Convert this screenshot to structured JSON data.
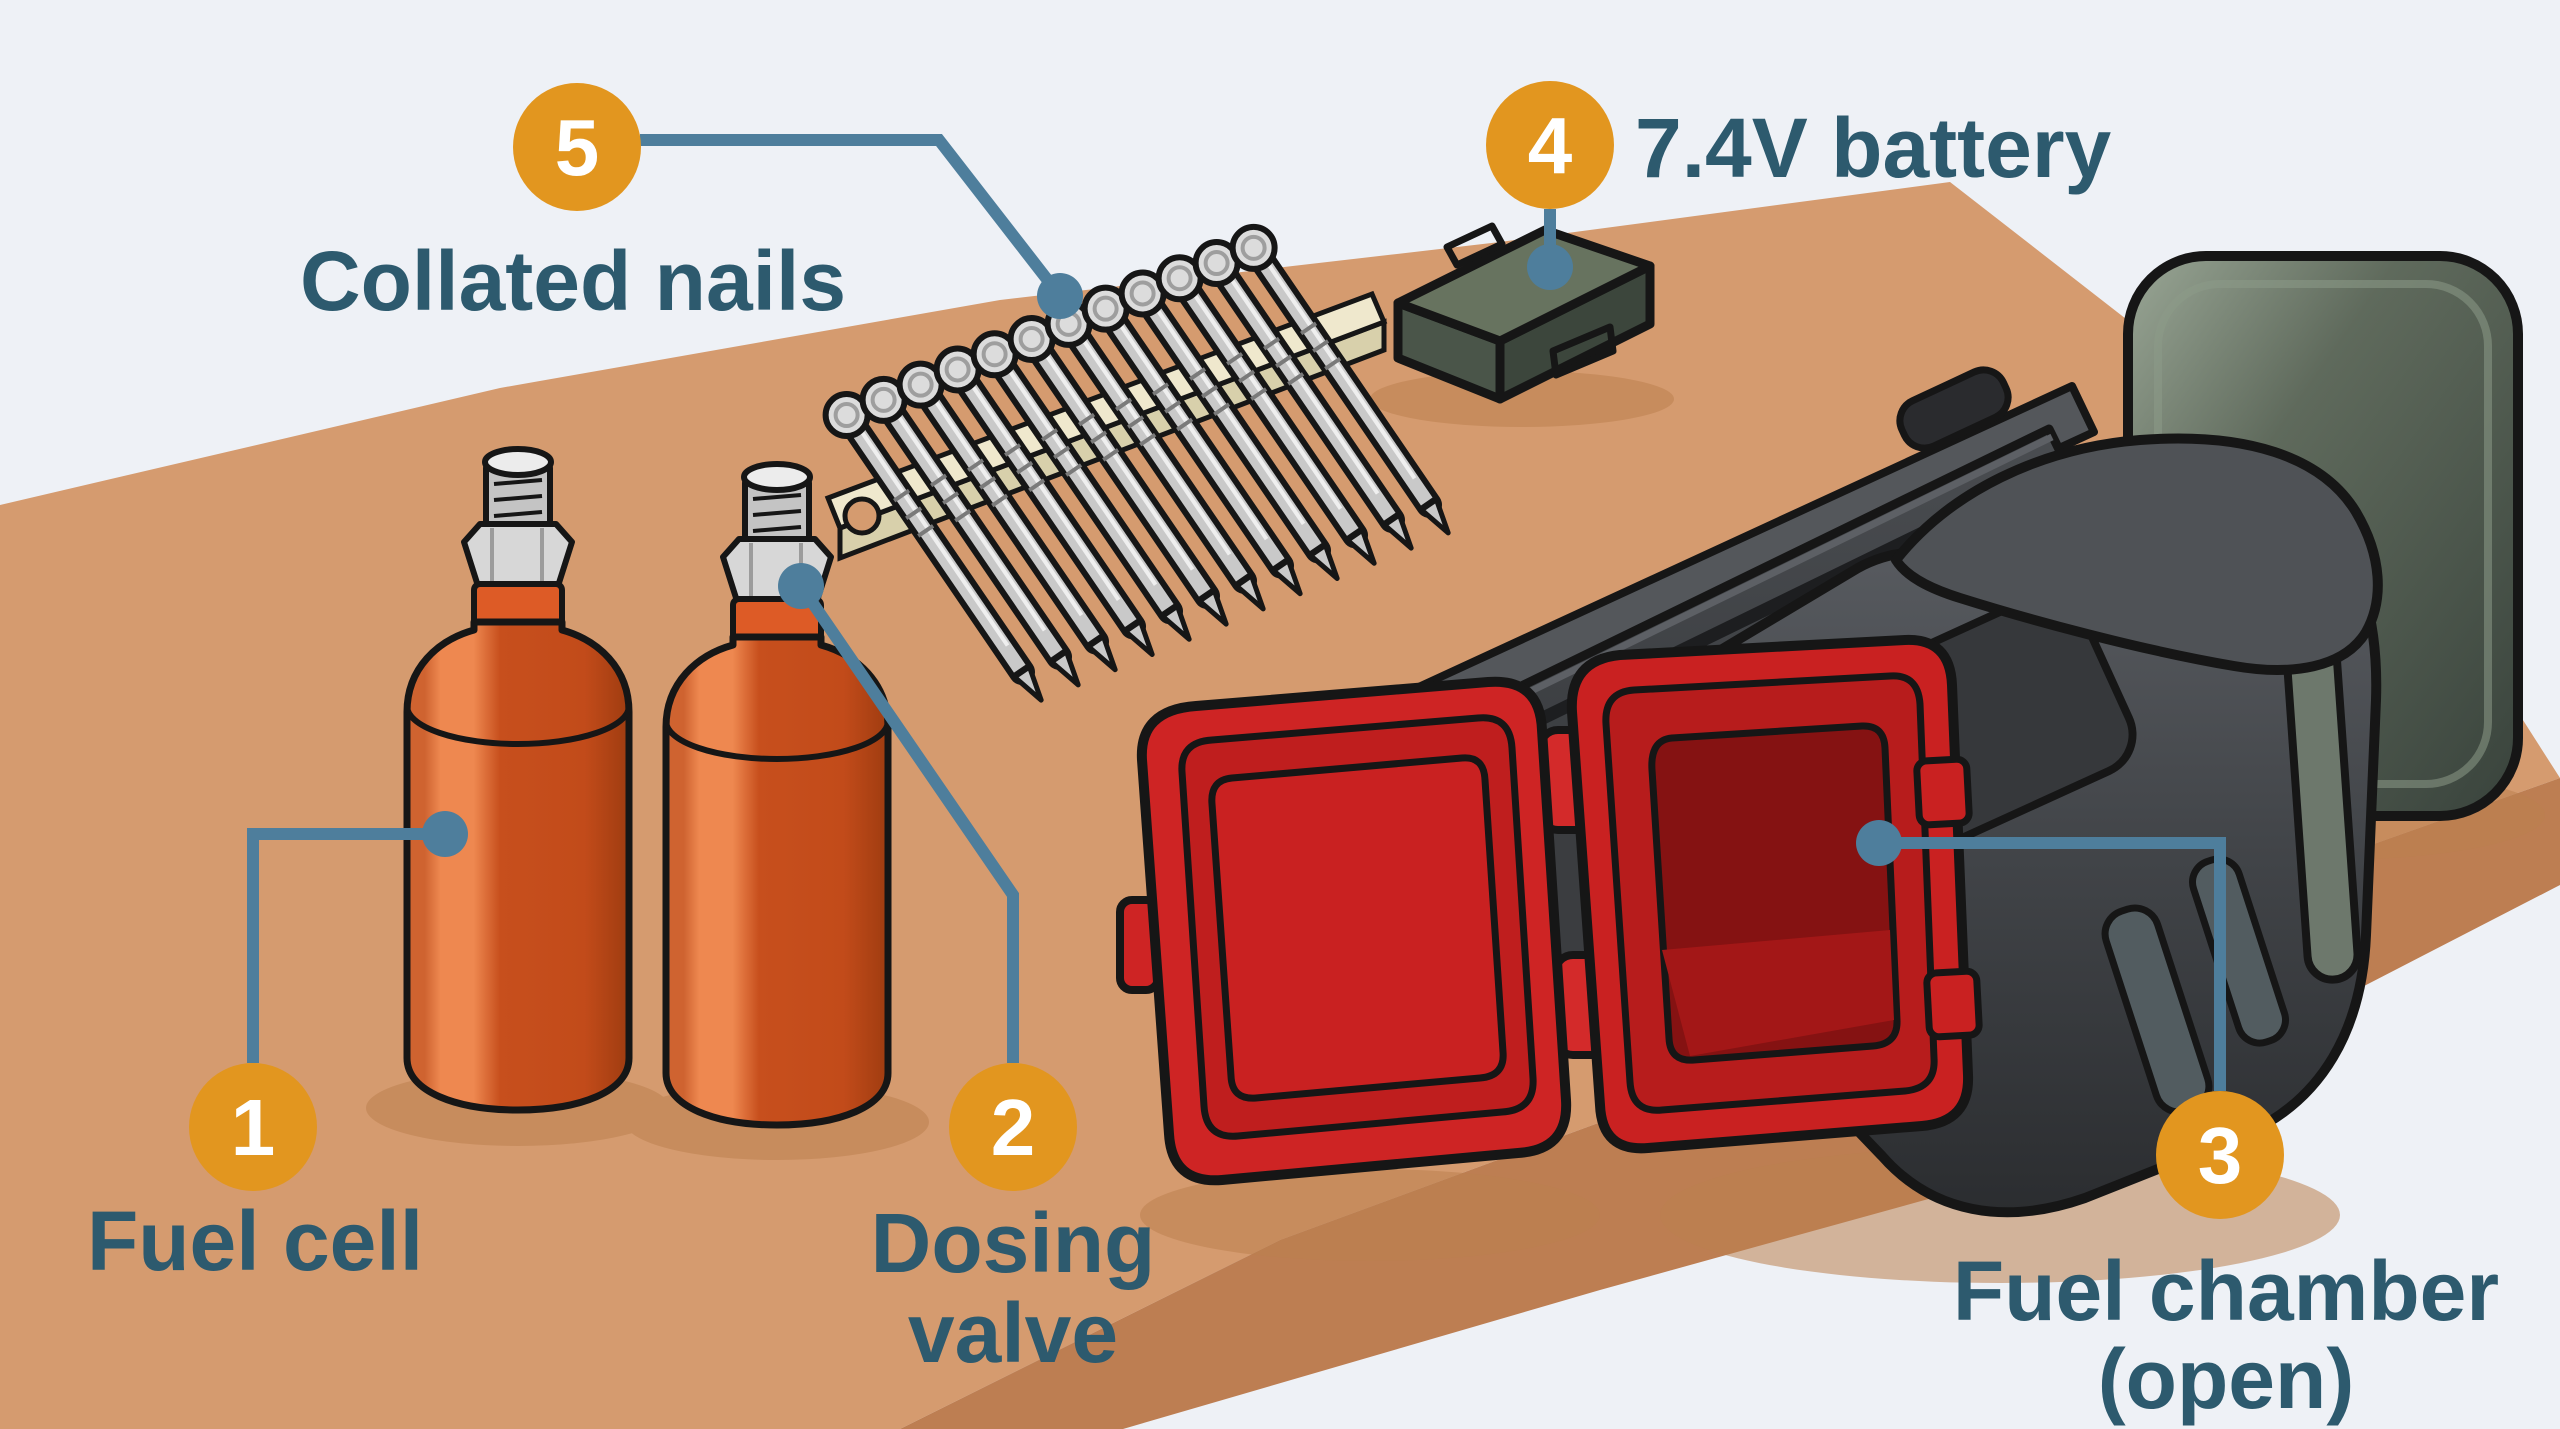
{
  "diagram": {
    "background_color": "#eef1f6",
    "table_top_color": "#d59b6f",
    "table_front_color": "#bd7e52",
    "badge_color": "#e2961f",
    "badge_text_color": "#ffffff",
    "label_color": "#2d5a6e",
    "connector_color": "#4e7e9c",
    "callouts": [
      {
        "number": "1",
        "line1": "Fuel cell",
        "line2": ""
      },
      {
        "number": "2",
        "line1": "Dosing",
        "line2": "valve"
      },
      {
        "number": "3",
        "line1": "Fuel chamber",
        "line2": "(open)"
      },
      {
        "number": "4",
        "line1": "7.4V battery",
        "line2": ""
      },
      {
        "number": "5",
        "line1": "Collated nails",
        "line2": ""
      }
    ],
    "collated_nails": {
      "count": 12
    }
  }
}
